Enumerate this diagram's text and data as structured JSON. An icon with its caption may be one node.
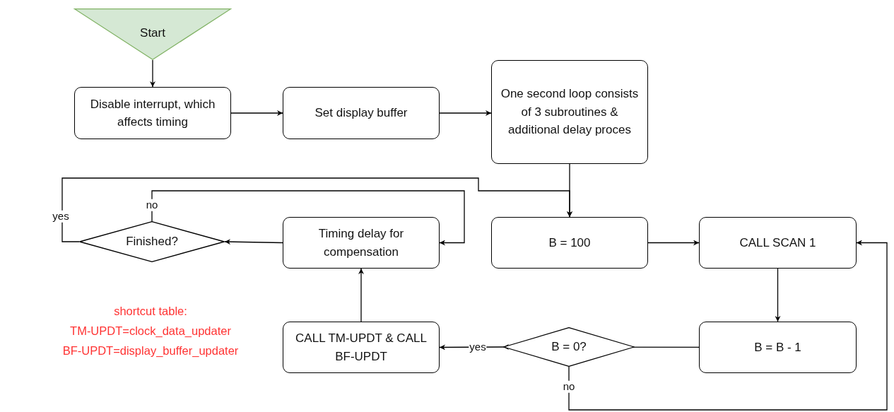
{
  "diagram": {
    "nodes": [
      {
        "text": [
          "Start"
        ]
      },
      {
        "text": [
          "Disable interrupt, which affects timing"
        ]
      },
      {
        "text": [
          "Set display buffer"
        ]
      },
      {
        "text": [
          "One second loop consists of 3 subroutines & additional delay proces"
        ]
      },
      {
        "text": [
          "B = 100"
        ]
      },
      {
        "text": [
          "CALL SCAN 1"
        ]
      },
      {
        "text": [
          "B = B - 1"
        ]
      },
      {
        "text": [
          "B = 0?"
        ]
      },
      {
        "text": [
          "CALL TM-UPDT & CALL BF-UPDT"
        ]
      },
      {
        "text": [
          "Timing delay for compensation"
        ]
      },
      {
        "text": [
          "Finished?"
        ]
      }
    ],
    "edges": [
      {
        "from": 0,
        "to": 1,
        "arrow": "to"
      },
      {
        "from": 1,
        "to": 2,
        "arrow": "to"
      },
      {
        "from": 2,
        "to": 3,
        "arrow": "to"
      },
      {
        "from": 3,
        "to": 4,
        "arrow": "to"
      },
      {
        "from": 4,
        "to": 5,
        "arrow": "to"
      },
      {
        "from": 5,
        "to": 6,
        "arrow": "to"
      },
      {
        "from": 6,
        "to": 7,
        "arrow": "to"
      },
      {
        "from": 7,
        "to": 8,
        "arrow": "to",
        "label": "yes"
      },
      {
        "from": 7,
        "to": 5,
        "arrow": "to",
        "label": "no"
      },
      {
        "from": 8,
        "to": 9,
        "arrow": "to"
      },
      {
        "from": 9,
        "to": 10,
        "arrow": "to"
      },
      {
        "from": 10,
        "to": 9,
        "arrow": "to",
        "label": "no"
      },
      {
        "from": 10,
        "to": 4,
        "arrow": "to",
        "label": "yes"
      }
    ],
    "labels": [
      "shortcut table:",
      "TM-UPDT=clock_data_updater",
      "BF-UPDT=display_buffer_updater"
    ]
  }
}
